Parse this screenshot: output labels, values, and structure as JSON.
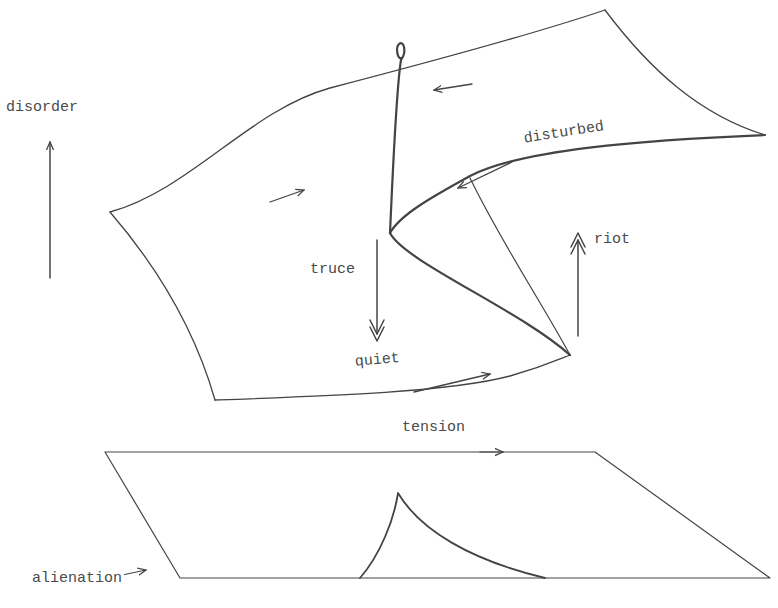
{
  "diagram": {
    "labels": [
      "disorder",
      "disturbed",
      "riot",
      "truce",
      "quiet",
      "tension",
      "alienation"
    ]
  }
}
